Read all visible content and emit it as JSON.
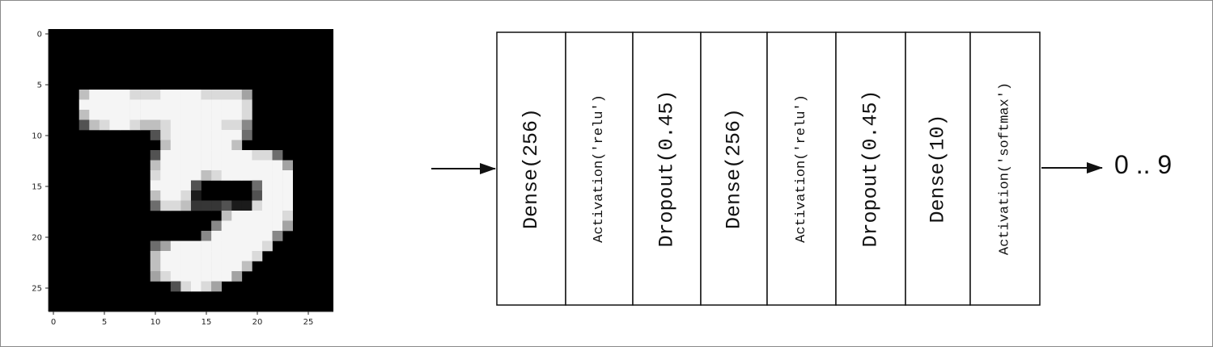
{
  "image_panel": {
    "y_ticks": [
      "0",
      "5",
      "10",
      "15",
      "20",
      "25"
    ],
    "x_ticks": [
      "0",
      "5",
      "10",
      "15",
      "20",
      "25"
    ],
    "pixel_rows": [
      "0000000000000000000000000000",
      "0000000000000000000000000000",
      "0000000000000000000000000000",
      "0000000000000000000000000000",
      "0000000000000000000000000000",
      "0000000000000000000000000000",
      "0007999988899998888600000000",
      "0009999999999999999800000000",
      "0007999999999999999800000000",
      "0003789987789999988500000000",
      "0000000000389999999400000000",
      "0000000000079999997000000000",
      "0000000000399999999988400000",
      "0000000000799999999999960000",
      "0000000000899997899999990000",
      "0000000000999930000049990000",
      "0000000000799810000039990000",
      "0000000000488722231189990000",
      "0000000000000000079999980000",
      "0000000000000000599999960000",
      "0000000000000005999999500000",
      "0000000000469999999998000000",
      "0000000000799999999980000000",
      "0000000000799999999700000000",
      "0000000000689999996000000000",
      "0000000000003898600000000000",
      "0000000000000000000000000000",
      "0000000000000000000000000000"
    ]
  },
  "layers": [
    {
      "label": "Dense(256)",
      "kind": "large"
    },
    {
      "label": "Activation('relu')",
      "kind": "small"
    },
    {
      "label": "Dropout(0.45)",
      "kind": "large"
    },
    {
      "label": "Dense(256)",
      "kind": "large"
    },
    {
      "label": "Activation('relu')",
      "kind": "small"
    },
    {
      "label": "Dropout(0.45)",
      "kind": "large"
    },
    {
      "label": "Dense(10)",
      "kind": "large"
    },
    {
      "label": "Activation('softmax')",
      "kind": "small"
    }
  ],
  "output_label": "0 .. 9",
  "colors": {
    "line": "#111111",
    "image_bg": "#000000",
    "frame_border": "#8a8a8a"
  }
}
